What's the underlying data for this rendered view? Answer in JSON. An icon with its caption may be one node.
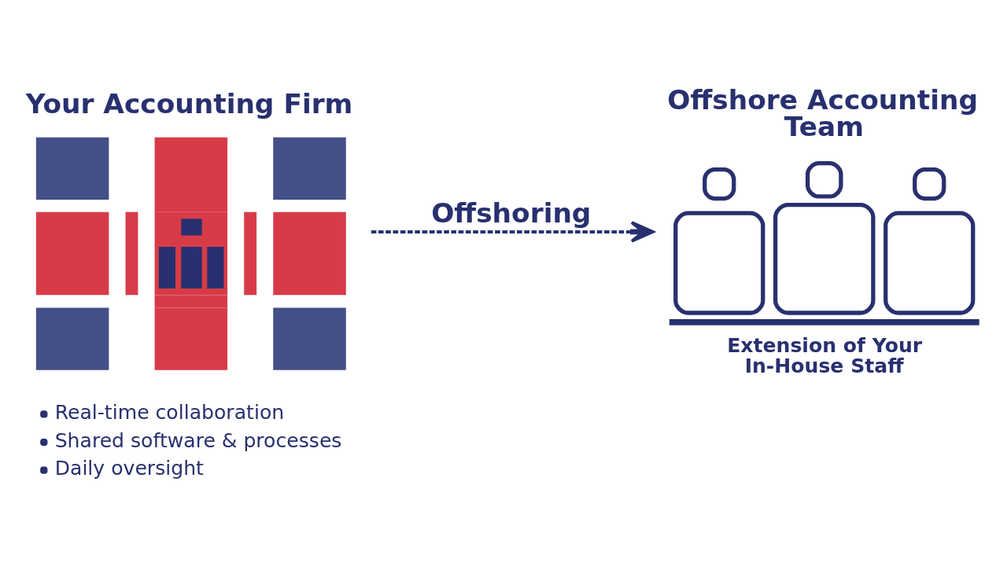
{
  "diagram": {
    "nodes": [
      {
        "text": [
          "Your Accounting Firm"
        ],
        "beside": [
          "Real-time collaboration",
          "Shared software & processes",
          "Daily oversight"
        ]
      },
      {
        "text": [
          "Offshore Accounting Team"
        ],
        "beside": [
          "Extension of Your In-House Staff"
        ]
      }
    ],
    "edges": [
      {
        "from": 0,
        "to": 1,
        "arrow": "to",
        "label": "Offshoring",
        "style": "dashed"
      }
    ]
  }
}
